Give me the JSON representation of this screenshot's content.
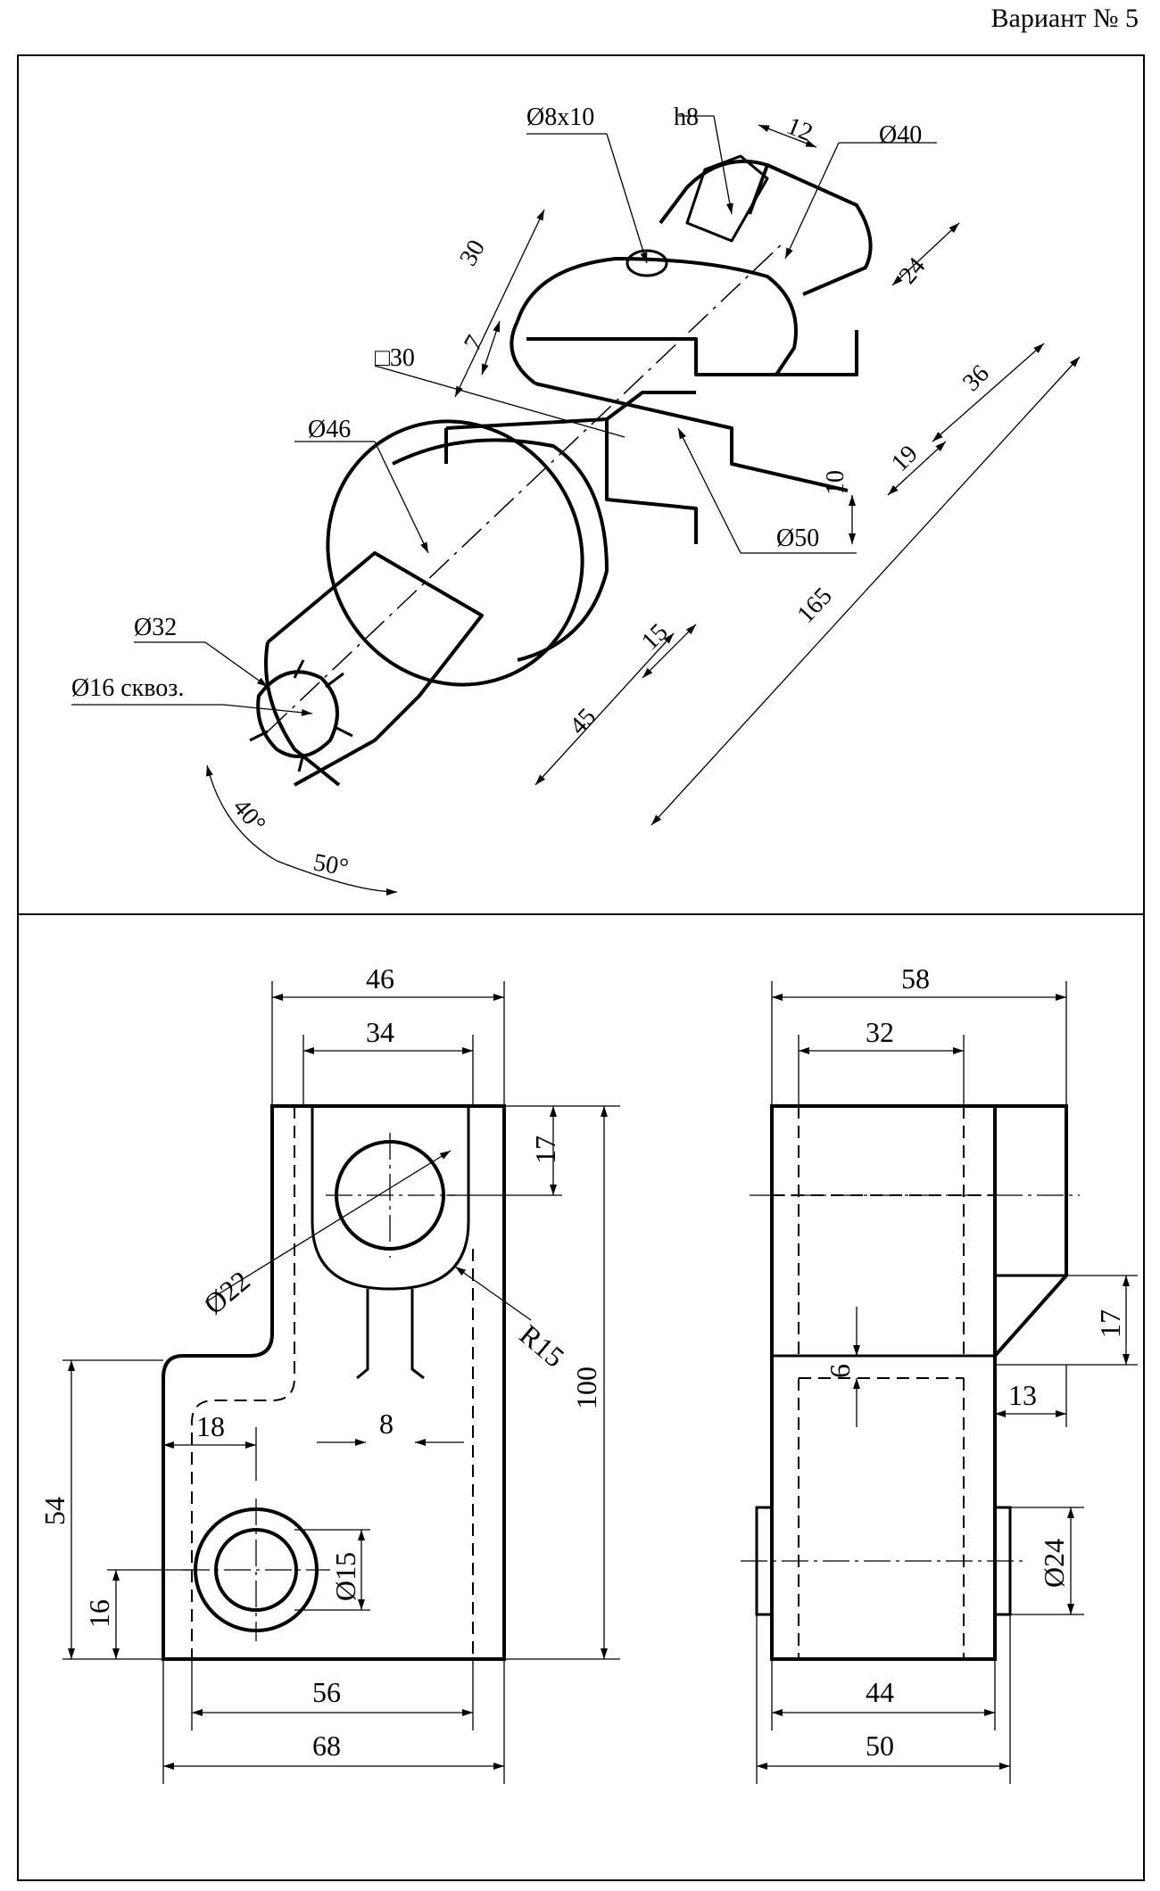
{
  "header": {
    "variant": "Вариант № 5"
  },
  "iso": {
    "labels": {
      "d8x10": "Ø8x10",
      "h8": "h8",
      "w12": "12",
      "d40": "Ø40",
      "h30": "30",
      "h7": "7",
      "w24": "24",
      "sq30": "□30",
      "d46": "Ø46",
      "w36": "36",
      "w19": "19",
      "w10": "10",
      "d50": "Ø50",
      "d32": "Ø32",
      "d16": "Ø16 сквоз.",
      "w15": "15",
      "w165": "165",
      "w45": "45",
      "a40": "40°",
      "a50": "50°"
    }
  },
  "front": {
    "labels": {
      "w46": "46",
      "w34": "34",
      "h17": "17",
      "d22": "Ø22",
      "r15": "R15",
      "h100": "100",
      "w8": "8",
      "w18": "18",
      "h54": "54",
      "d15": "Ø15",
      "h16": "16",
      "w56": "56",
      "w68": "68"
    }
  },
  "side": {
    "labels": {
      "w58": "58",
      "w32": "32",
      "h17": "17",
      "h6": "6",
      "w13": "13",
      "d24": "Ø24",
      "w44": "44",
      "w50": "50"
    }
  }
}
